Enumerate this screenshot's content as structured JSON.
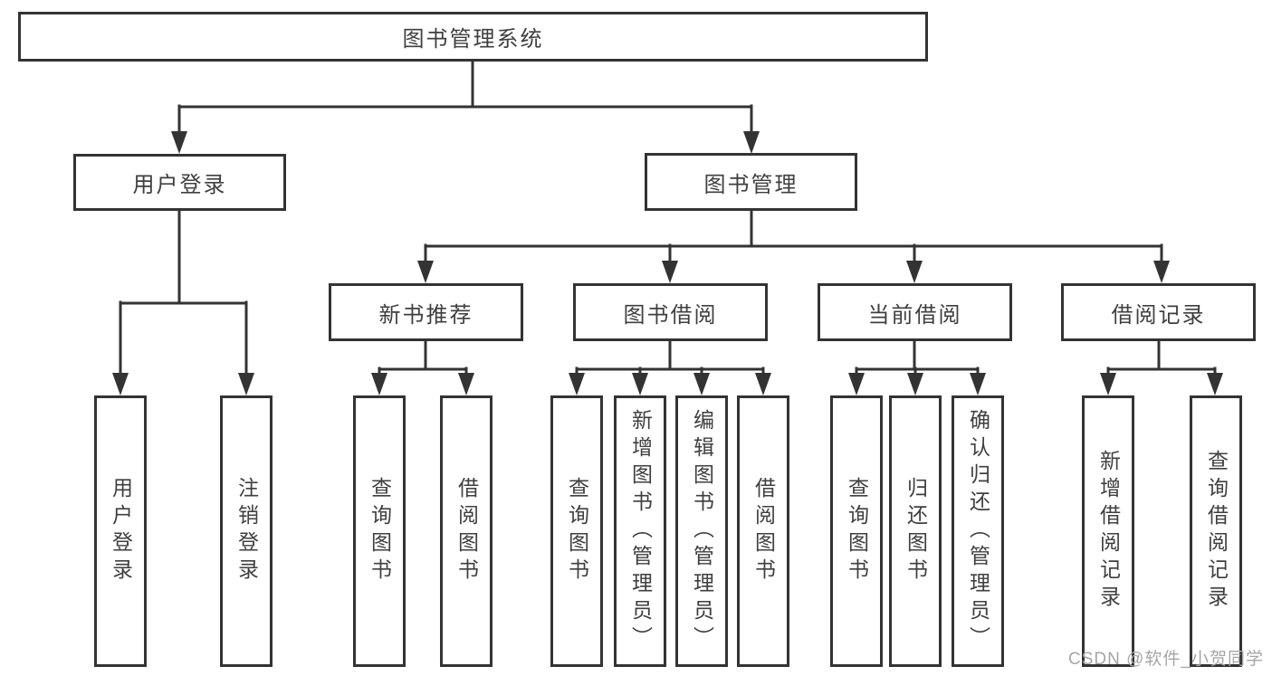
{
  "diagram": {
    "type": "hierarchy-tree",
    "root": {
      "label": "图书管理系统"
    },
    "level2": [
      {
        "id": "user-login",
        "label": "用户登录"
      },
      {
        "id": "book-management",
        "label": "图书管理"
      }
    ],
    "level3": [
      {
        "id": "new-book-recommend",
        "label": "新书推荐",
        "parent": "book-management"
      },
      {
        "id": "book-borrow",
        "label": "图书借阅",
        "parent": "book-management"
      },
      {
        "id": "current-borrow",
        "label": "当前借阅",
        "parent": "book-management"
      },
      {
        "id": "borrow-records",
        "label": "借阅记录",
        "parent": "book-management"
      }
    ],
    "leaves": [
      {
        "label": "用户登录",
        "parent": "user-login"
      },
      {
        "label": "注销登录",
        "parent": "user-login"
      },
      {
        "label": "查询图书",
        "parent": "new-book-recommend"
      },
      {
        "label": "借阅图书",
        "parent": "new-book-recommend"
      },
      {
        "label": "查询图书",
        "parent": "book-borrow"
      },
      {
        "label": "新增图书（管理员）",
        "parent": "book-borrow"
      },
      {
        "label": "编辑图书（管理员）",
        "parent": "book-borrow"
      },
      {
        "label": "借阅图书",
        "parent": "book-borrow"
      },
      {
        "label": "查询图书",
        "parent": "current-borrow"
      },
      {
        "label": "归还图书",
        "parent": "current-borrow"
      },
      {
        "label": "确认归还（管理员）",
        "parent": "current-borrow"
      },
      {
        "label": "新增借阅记录",
        "parent": "borrow-records"
      },
      {
        "label": "查询借阅记录",
        "parent": "borrow-records"
      }
    ]
  },
  "watermark": {
    "text": "CSDN @软件_小贺同学"
  },
  "colors": {
    "line": "#333333",
    "text": "#3f3f3f",
    "watermark": "#a6a6a6",
    "background": "#ffffff"
  }
}
